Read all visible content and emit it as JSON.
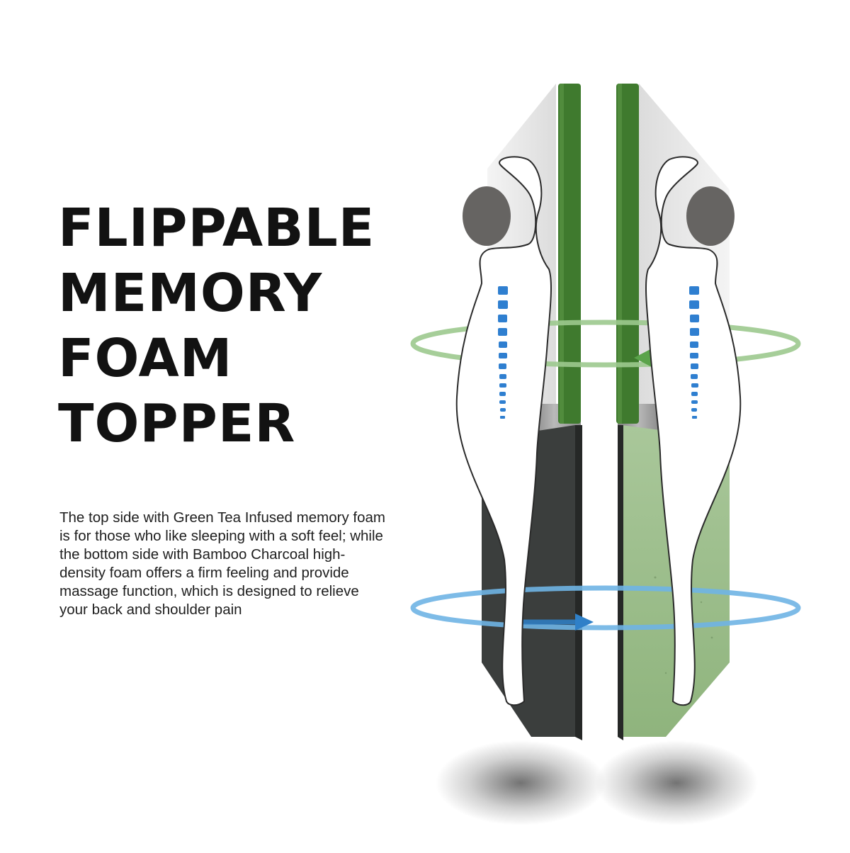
{
  "headline": {
    "lines": [
      "FLIPPABLE",
      "MEMORY",
      "FOAM",
      "TOPPER"
    ]
  },
  "description": "The top side with Green Tea Infused memory foam is for those who like sleeping with a soft feel; while the bottom side with Bamboo Charcoal high-density foam offers a firm feeling and provide massage function, which is designed to relieve your back and shoulder pain",
  "colors": {
    "headline": "#121212",
    "green_cover": "#3f7a2e",
    "green_foam": "#9fc08e",
    "charcoal_foam": "#3a3d3c",
    "spine_blue": "#2f7fd0",
    "rotation_green": "#9cc98e",
    "rotation_blue": "#6fb4e4",
    "head": "#666462"
  },
  "icons": [
    "rotate-arrow-green",
    "rotate-arrow-blue",
    "spine-dots",
    "body-silhouette"
  ]
}
